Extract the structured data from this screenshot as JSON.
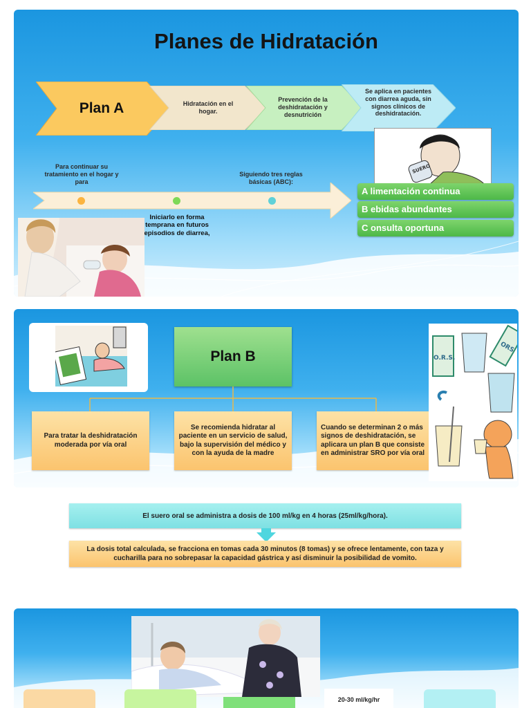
{
  "slide1": {
    "title": "Planes de Hidratación",
    "chevrons": [
      {
        "label": "Plan A",
        "color": "#fbc95f"
      },
      {
        "label": "Hidratación en el hogar.",
        "color": "#f2e6cc"
      },
      {
        "label": "Prevención de la deshidratación y desnutrición",
        "color": "#c7f0c0"
      },
      {
        "label": "Se aplica en pacientes con diarrea aguda, sin signos clínicos de deshidratación.",
        "color": "#bdebf5"
      }
    ],
    "timeline": {
      "text_left": "Para continuar su tratamiento en el hogar y para",
      "text_middle": "Iniciarlo en forma temprana en futuros episodios de diarrea,",
      "text_right": "Siguiendo tres reglas básicas (ABC):",
      "dot_colors": [
        "#fbb440",
        "#7ed957",
        "#5fd1d8"
      ]
    },
    "abc_items": [
      "A limentación continua",
      "B ebidas abundantes",
      "C onsulta oportuna"
    ],
    "suero_label": "SUERO"
  },
  "slide2": {
    "plan_title": "Plan B",
    "boxes": [
      "Para tratar la deshidratación moderada por vía oral",
      "Se recomienda hidratar al paciente en un servicio de salud, bajo la supervisión del médico y con la ayuda de la madre",
      "Cuando se determinan 2 o más signos de deshidratación, se aplicara un plan B que consiste en administrar SRO por vía oral"
    ],
    "dose_text": "El suero oral se administra a dosis de 100 ml/kg en 4 horas (25ml/kg/hora).",
    "fraction_text": "La dosis total calculada, se fracciona en tomas cada 30 minutos (8 tomas) y se ofrece lentamente, con taza y cucharilla para no sobrepasar la capacidad gástrica y así disminuir la posibilidad de vomito.",
    "ors_labels": [
      "O.R.S.",
      "ORS"
    ]
  },
  "slide3": {
    "rate_text": "20-30 ml/kg/hr"
  }
}
